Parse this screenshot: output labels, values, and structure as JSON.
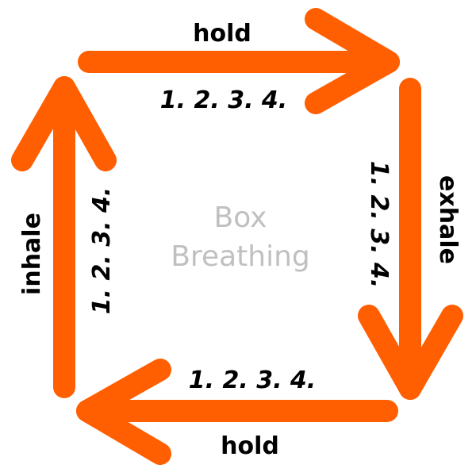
{
  "title": {
    "line1": "Box",
    "line2": "Breathing"
  },
  "phases": {
    "top": {
      "label": "hold",
      "count": "1. 2. 3. 4."
    },
    "right": {
      "label": "exhale",
      "count": "1. 2. 3. 4."
    },
    "bottom": {
      "label": "hold",
      "count": "1. 2. 3. 4."
    },
    "left": {
      "label": "inhale",
      "count": "1. 2. 3. 4."
    }
  },
  "colors": {
    "arrow": "#ff5f00",
    "center_text": "#c0c0c0",
    "label_text": "#000000"
  }
}
